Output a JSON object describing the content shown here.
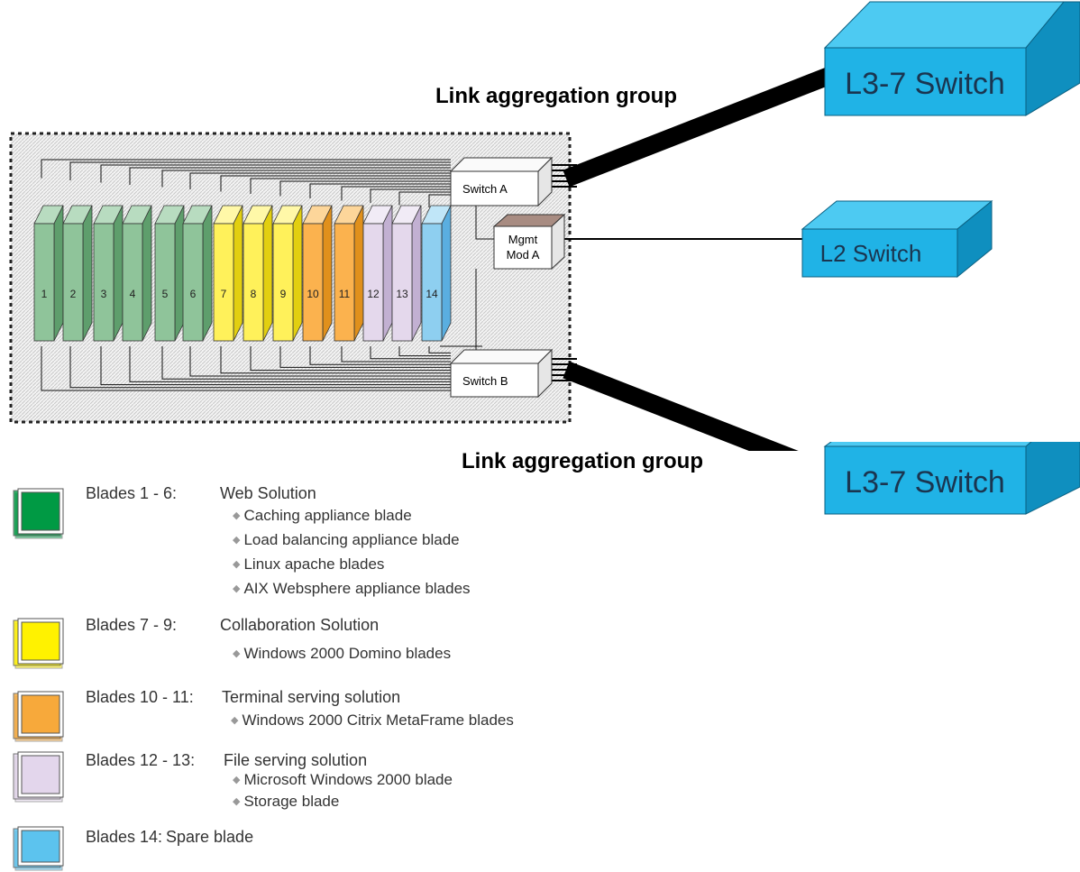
{
  "lag_labels": {
    "top": "Link aggregation group",
    "bottom": "Link aggregation group"
  },
  "switches": {
    "switch_a": "Switch A",
    "switch_b": "Switch B",
    "mgmt_line1": "Mgmt",
    "mgmt_line2": "Mod A"
  },
  "external_switches": {
    "l3_top": "L3-7 Switch",
    "l2": "L2 Switch",
    "l3_bottom": "L3-7 Switch"
  },
  "blades": [
    {
      "label": "1",
      "front": "#8fc49a",
      "side": "#5e9e6c",
      "top": "#b8dcc0"
    },
    {
      "label": "2",
      "front": "#8fc49a",
      "side": "#5e9e6c",
      "top": "#b8dcc0"
    },
    {
      "label": "3",
      "front": "#8fc49a",
      "side": "#5e9e6c",
      "top": "#b8dcc0"
    },
    {
      "label": "4",
      "front": "#8fc49a",
      "side": "#5e9e6c",
      "top": "#b8dcc0"
    },
    {
      "label": "5",
      "front": "#8fc49a",
      "side": "#5e9e6c",
      "top": "#b8dcc0"
    },
    {
      "label": "6",
      "front": "#8fc49a",
      "side": "#5e9e6c",
      "top": "#b8dcc0"
    },
    {
      "label": "7",
      "front": "#fff15a",
      "side": "#e2cf10",
      "top": "#fff8a8"
    },
    {
      "label": "8",
      "front": "#fff15a",
      "side": "#e2cf10",
      "top": "#fff8a8"
    },
    {
      "label": "9",
      "front": "#fff15a",
      "side": "#e2cf10",
      "top": "#fff8a8"
    },
    {
      "label": "10",
      "front": "#fbb24e",
      "side": "#e0901c",
      "top": "#fdd69a"
    },
    {
      "label": "11",
      "front": "#fbb24e",
      "side": "#e0901c",
      "top": "#fdd69a"
    },
    {
      "label": "12",
      "front": "#e4d8ec",
      "side": "#c2b0d2",
      "top": "#f1ebf6"
    },
    {
      "label": "13",
      "front": "#e4d8ec",
      "side": "#c2b0d2",
      "top": "#f1ebf6"
    },
    {
      "label": "14",
      "front": "#8ecff0",
      "side": "#5aaee0",
      "top": "#c0e6f8"
    }
  ],
  "colors": {
    "switch_blue": "#20b3e6",
    "switch_blue_top": "#4dcaf2",
    "switch_blue_side": "#0f8fbf",
    "mgmt_top": "#a88c82"
  },
  "legend": [
    {
      "blades": "Blades 1 - 6:",
      "title": "Web Solution",
      "color": "#009a44",
      "items": [
        "Caching appliance blade",
        "Load balancing appliance blade",
        "Linux apache blades",
        "AIX Websphere appliance blades"
      ]
    },
    {
      "blades": "Blades 7 - 9:",
      "title": "Collaboration Solution",
      "color": "#fff200",
      "items": [
        "Windows 2000 Domino blades"
      ]
    },
    {
      "blades": "Blades 10 - 11:",
      "title": "Terminal serving solution",
      "color": "#f7a93b",
      "items": [
        "Windows 2000 Citrix MetaFrame blades"
      ]
    },
    {
      "blades": "Blades 12 - 13:",
      "title": "File serving solution",
      "color": "#e3d6ec",
      "items": [
        "Microsoft Windows 2000 blade",
        "Storage blade"
      ]
    },
    {
      "blades": "Blades 14:",
      "title": "Spare blade",
      "color": "#5cc3ee",
      "items": []
    }
  ]
}
